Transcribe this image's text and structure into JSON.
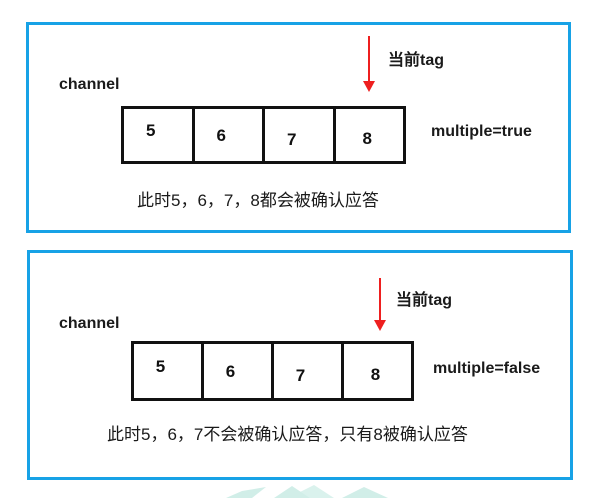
{
  "colors": {
    "panel_border": "#17a2e6",
    "arrow": "#ee1f1f",
    "cell_border": "#111111",
    "watermark": "#c9ece5"
  },
  "panels": [
    {
      "channel_label": "channel",
      "tag_label": "当前tag",
      "cells": [
        "5",
        "6",
        "7",
        "8"
      ],
      "mode_label": "multiple=true",
      "caption": "此时5，6，7，8都会被确认应答"
    },
    {
      "channel_label": "channel",
      "tag_label": "当前tag",
      "cells": [
        "5",
        "6",
        "7",
        "8"
      ],
      "mode_label": "multiple=false",
      "caption": "此时5，6，7不会被确认应答，只有8被确认应答"
    }
  ]
}
